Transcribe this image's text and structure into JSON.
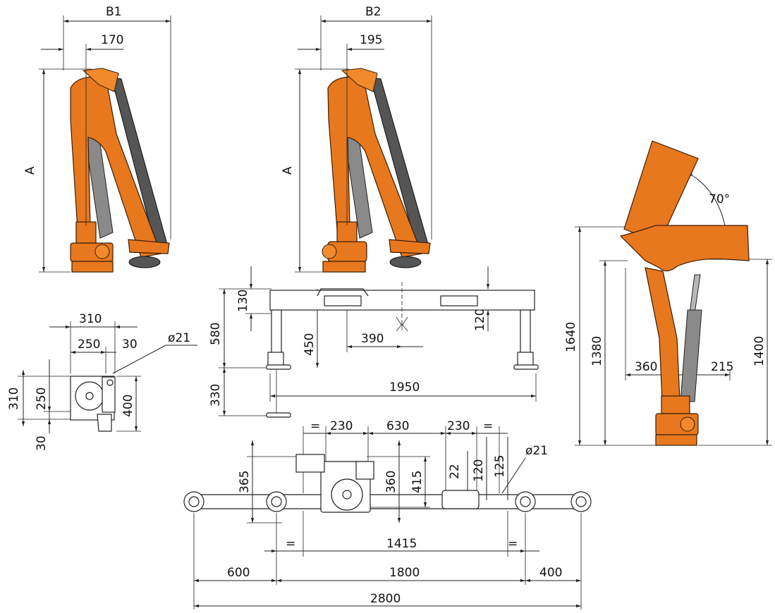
{
  "colors": {
    "crane_orange": "#e8781e",
    "cylinder_grey": "#8a8a8a",
    "line": "#222222"
  },
  "labels": {
    "B1": "B1",
    "B2": "B2",
    "d170": "170",
    "d195": "195",
    "A_left": "A",
    "A_mid": "A",
    "angle": "70°",
    "d1640": "1640",
    "d1380": "1380",
    "d1400": "1400",
    "d360r": "360",
    "d215": "215",
    "d310top": "310",
    "d250top": "250",
    "d30top": "30",
    "phi21a": "ø21",
    "d310side": "310",
    "d250side": "250",
    "d30side": "30",
    "d400side": "400",
    "d130": "130",
    "d580": "580",
    "d450": "450",
    "d390": "390",
    "d120a": "120",
    "d330": "330",
    "d1950": "1950",
    "eq1": "=",
    "d230a": "230",
    "d630": "630",
    "d230b": "230",
    "eq2": "=",
    "d365": "365",
    "d360b": "360",
    "d415": "415",
    "d22": "22",
    "d120b": "120",
    "d125": "125",
    "phi21b": "ø21",
    "eq3": "=",
    "d1415": "1415",
    "eq4": "=",
    "d600": "600",
    "d1800": "1800",
    "d400b": "400",
    "d2800": "2800"
  }
}
